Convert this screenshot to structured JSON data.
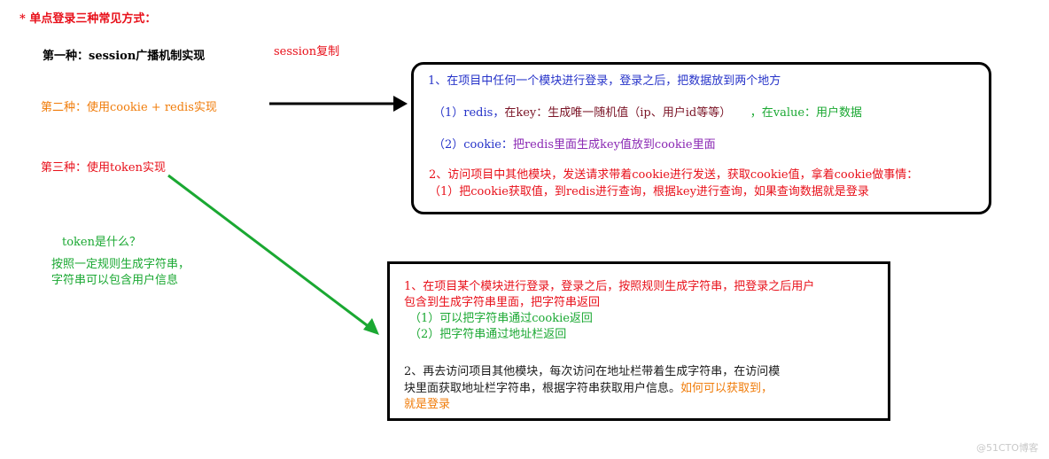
{
  "title": "* 单点登录三种常见方式：",
  "methods": {
    "first": "第一种：session广播机制实现",
    "session_copy": "session复制",
    "second": "第二种：使用cookie + redis实现",
    "third": "第三种：使用token实现"
  },
  "token_note": {
    "question": "token是什么？",
    "line1": "按照一定规则生成字符串，",
    "line2": "字符串可以包含用户信息"
  },
  "cookie_box": {
    "step1": "1、在项目中任何一个模块进行登录，登录之后，把数据放到两个地方",
    "redis_prefix": "（1）redis，",
    "redis_key": "在key：生成唯一随机值（ip、用户id等等）",
    "redis_value": "，在value：用户数据",
    "cookie_prefix": "（2）cookie：",
    "cookie_text": "把redis里面生成key值放到cookie里面",
    "step2": "2、访问项目中其他模块，发送请求带着cookie进行发送，获取cookie值，拿着cookie做事情：",
    "step2_detail": "（1）把cookie获取值，到redis进行查询，根据key进行查询，如果查询数据就是登录"
  },
  "token_box": {
    "step1_line1": "1、在项目某个模块进行登录，登录之后，按照规则生成字符串，把登录之后用户",
    "step1_line2": "包含到生成字符串里面，把字符串返回",
    "option1": "（1）可以把字符串通过cookie返回",
    "option2": "（2）把字符串通过地址栏返回",
    "step2_line1": "2、再去访问项目其他模块，每次访问在地址栏带着生成字符串，在访问模",
    "step2_line2": "块里面获取地址栏字符串，根据字符串获取用户信息。",
    "question_part1": "如何可以获取到，",
    "question_part2": "就是登录"
  },
  "watermark": "@51CTO博客",
  "colors": {
    "red": "#e8101a",
    "orange": "#f07c0a",
    "green": "#1aa832",
    "blue": "#2633c9",
    "arrow_black": "#000000",
    "arrow_green": "#1aa832"
  }
}
